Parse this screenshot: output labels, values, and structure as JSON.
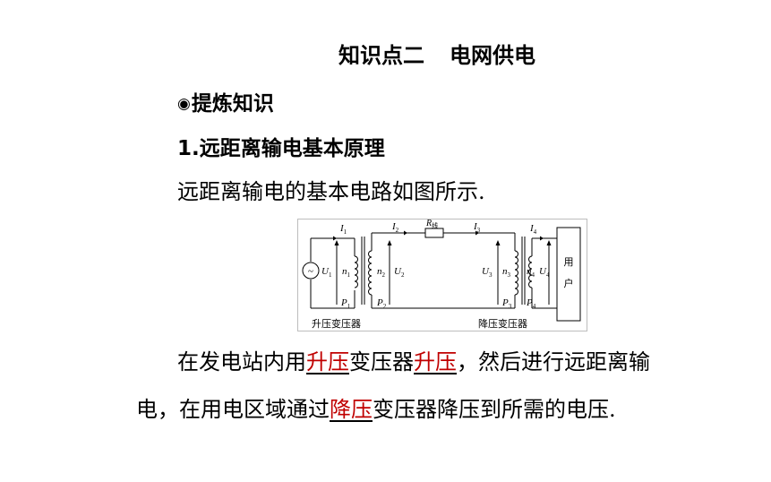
{
  "title": {
    "part1": "知识点二",
    "part2": "电网供电"
  },
  "heading": {
    "bullet": "◉",
    "text": "提炼知识"
  },
  "subheading": "1.远距离输电基本原理",
  "intro": "远距离输电的基本电路如图所示.",
  "diagram": {
    "I1": "I",
    "I1_sub": "1",
    "I2": "I",
    "I2_sub": "2",
    "R": "R",
    "R_sub": "线",
    "I3": "I",
    "I3_sub": "3",
    "I4": "I",
    "I4_sub": "4",
    "U1": "U",
    "U1_sub": "1",
    "n1": "n",
    "n1_sub": "1",
    "n2": "n",
    "n2_sub": "2",
    "U2": "U",
    "U2_sub": "2",
    "U3": "U",
    "U3_sub": "3",
    "n3": "n",
    "n3_sub": "3",
    "n4": "n",
    "n4_sub": "4",
    "U4": "U",
    "U4_sub": "4",
    "P1": "P",
    "P1_sub": "1",
    "P2": "P",
    "P2_sub": "2",
    "P3": "P",
    "P3_sub": "3",
    "P4": "P",
    "P4_sub": "4",
    "user_1": "用",
    "user_2": "户",
    "step_up_label": "升压变压器",
    "step_down_label": "降压变压器",
    "generator_symbol": "~"
  },
  "para1": {
    "a": "在发电站内用",
    "b": "升压",
    "c": "变压器",
    "d": "升压",
    "e": "，然后进行远距离输"
  },
  "para2": {
    "a": "电，在用电区域通过",
    "b": "降压",
    "c": "变压器降压到所需的电压."
  }
}
